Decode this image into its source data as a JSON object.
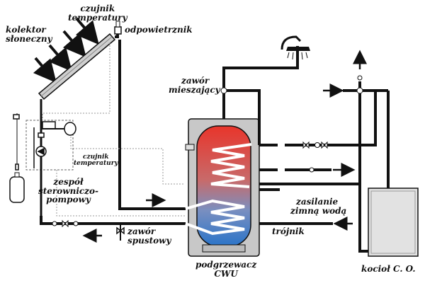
{
  "labels": {
    "collector": [
      "kolektor",
      "słoneczny"
    ],
    "temp_sensor_top": [
      "czujnik",
      "temperatury"
    ],
    "air_vent": "odpowietrznik",
    "mixing_valve": [
      "zawór",
      "mieszający"
    ],
    "temp_sensor_small": [
      "czujnik",
      "temperatury"
    ],
    "pump_unit": [
      "zespół",
      "sterowniczo-",
      "pompowy"
    ],
    "cold_water_supply": [
      "zasilanie",
      "zimną wodą"
    ],
    "tee": "trójnik",
    "drain_valve": [
      "zawór",
      "spustowy"
    ],
    "heater": [
      "podgrzewacz",
      "CWU"
    ],
    "boiler": "kocioł C. O."
  },
  "colors": {
    "pipe": "#111111",
    "tank_hot": "#e0332c",
    "tank_cold": "#2b74c6",
    "tank_shell": "#c8c8c8",
    "boiler": "#dcdcdc"
  },
  "icons": [
    "sun-rays-icon",
    "shower-icon",
    "pump-icon",
    "valve-icon",
    "flow-arrow-icon"
  ]
}
